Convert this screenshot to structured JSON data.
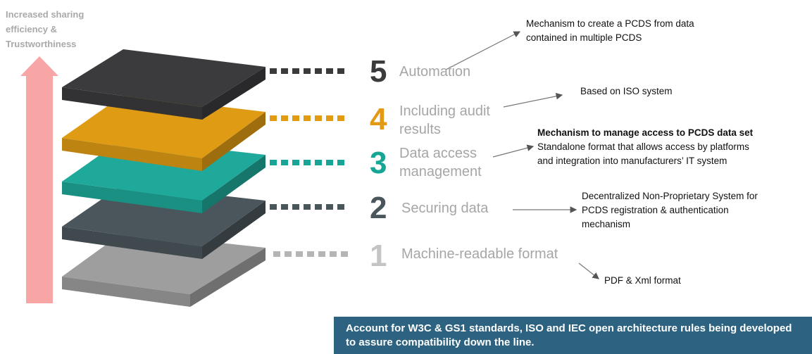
{
  "axis": {
    "label_lines": [
      "Increased sharing",
      "efficiency &",
      "Trustworthiness"
    ],
    "arrow_color": "#f8a5a5"
  },
  "layers": [
    {
      "level": "5",
      "title_lines": [
        "Automation"
      ],
      "color": "#3b3b3d",
      "num_color": "#3b3b3d",
      "dot_color": "#3b3b3d"
    },
    {
      "level": "4",
      "title_lines": [
        "Including audit",
        "results"
      ],
      "color": "#e09b14",
      "num_color": "#e29a16",
      "dot_color": "#e29a16"
    },
    {
      "level": "3",
      "title_lines": [
        "Data access",
        "management"
      ],
      "color": "#1fa99a",
      "num_color": "#17a596",
      "dot_color": "#17a596"
    },
    {
      "level": "2",
      "title_lines": [
        "Securing data"
      ],
      "color": "#4b565c",
      "num_color": "#4b565c",
      "dot_color": "#4b565c"
    },
    {
      "level": "1",
      "title_lines": [
        "Machine-readable format"
      ],
      "color": "#9e9e9e",
      "num_color": "#c4c4c4",
      "dot_color": "#b5b5b5"
    }
  ],
  "notes": [
    {
      "target": "5",
      "strong": "",
      "lines": [
        "Mechanism to create a PCDS from data",
        "contained in multiple PCDS"
      ]
    },
    {
      "target": "4",
      "strong": "",
      "lines": [
        "Based on ISO system"
      ]
    },
    {
      "target": "3",
      "strong": "Mechanism to manage access to PCDS data set",
      "lines": [
        "Standalone format that allows access by platforms",
        "and integration into manufacturers’ IT system"
      ]
    },
    {
      "target": "2",
      "strong": "",
      "lines": [
        "Decentralized Non-Proprietary System for",
        "PCDS registration & authentication",
        "mechanism"
      ]
    },
    {
      "target": "1",
      "strong": "",
      "lines": [
        "PDF & Xml format"
      ]
    }
  ],
  "footer": {
    "text": "Account for W3C & GS1 standards, ISO and IEC open architecture rules being developed to assure compatibility down the line.",
    "color": "#2d6380"
  }
}
